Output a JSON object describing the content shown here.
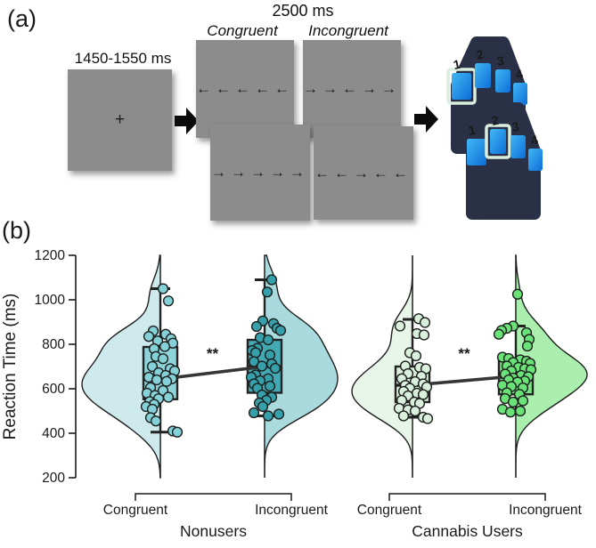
{
  "panel_a": {
    "label": "(a)",
    "fixation": {
      "duration": "1450-1550 ms",
      "symbol": "+"
    },
    "stimuli": {
      "duration": "2500 ms",
      "congruent_label": "Congruent",
      "incongruent_label": "Incongruent",
      "congruent_trials": [
        "←←←←←",
        "→→→→→"
      ],
      "incongruent_trials": [
        "→→←→→",
        "←←→←←"
      ]
    },
    "response_pads": [
      {
        "buttons": [
          "1",
          "2",
          "3",
          "4"
        ],
        "highlighted": "1"
      },
      {
        "buttons": [
          "1",
          "2",
          "3",
          "4"
        ],
        "highlighted": "2"
      }
    ],
    "colors": {
      "screen_gray": "#8c8c8c",
      "pad_navy": "#2a3046",
      "button_blue": "#1c87e6",
      "highlight_mint": "#d9eedd"
    }
  },
  "panel_b": {
    "label": "(b)"
  },
  "chart_data": {
    "type": "raincloud (half-violin + box + jittered points)",
    "title": "",
    "xlabel": "",
    "ylabel": "Reaction Time (ms)",
    "ylim": [
      200,
      1200
    ],
    "yticks": [
      200,
      400,
      600,
      800,
      1000,
      1200
    ],
    "grid": false,
    "legend": "none",
    "groups": [
      {
        "label": "Nonusers",
        "significance": "**",
        "conditions": [
          {
            "label": "Congruent",
            "violin_side": "left",
            "colors": {
              "violin": "#cfeaed",
              "box": "#8ed5db",
              "dot": "#84d1d8"
            },
            "box": {
              "whisker_low": 405,
              "q1": 553,
              "median": 643,
              "q3": 788,
              "whisker_high": 1050
            },
            "points_ms_jitter": [
              [
                1050,
                3
              ],
              [
                995,
                9
              ],
              [
                860,
                -8
              ],
              [
                845,
                6
              ],
              [
                835,
                -13
              ],
              [
                825,
                12
              ],
              [
                815,
                -3
              ],
              [
                805,
                14
              ],
              [
                790,
                5
              ],
              [
                780,
                -7
              ],
              [
                745,
                -5
              ],
              [
                735,
                3
              ],
              [
                700,
                -9
              ],
              [
                690,
                11
              ],
              [
                680,
                16
              ],
              [
                672,
                -2
              ],
              [
                660,
                6
              ],
              [
                652,
                -13
              ],
              [
                645,
                13
              ],
              [
                640,
                -4
              ],
              [
                633,
                7
              ],
              [
                605,
                -11
              ],
              [
                592,
                3
              ],
              [
                580,
                -15
              ],
              [
                570,
                -6
              ],
              [
                562,
                9
              ],
              [
                555,
                -2
              ],
              [
                542,
                -12
              ],
              [
                530,
                -7
              ],
              [
                520,
                -16
              ],
              [
                508,
                -9
              ],
              [
                470,
                -11
              ],
              [
                455,
                -5
              ],
              [
                410,
                14
              ],
              [
                405,
                19
              ]
            ]
          },
          {
            "label": "Incongruent",
            "violin_side": "right",
            "colors": {
              "violin": "#a9dade",
              "box": "#43aab3",
              "dot": "#35a0aa"
            },
            "box": {
              "whisker_low": 478,
              "q1": 582,
              "median": 700,
              "q3": 820,
              "whisker_high": 1090
            },
            "points_ms_jitter": [
              [
                1090,
                8
              ],
              [
                1035,
                3
              ],
              [
                905,
                -2
              ],
              [
                893,
                10
              ],
              [
                880,
                -9
              ],
              [
                872,
                14
              ],
              [
                862,
                18
              ],
              [
                830,
                -5
              ],
              [
                820,
                4
              ],
              [
                782,
                -8
              ],
              [
                772,
                -14
              ],
              [
                762,
                -10
              ],
              [
                752,
                6
              ],
              [
                722,
                -12
              ],
              [
                712,
                8
              ],
              [
                702,
                -3
              ],
              [
                692,
                12
              ],
              [
                662,
                -10
              ],
              [
                652,
                -15
              ],
              [
                645,
                4
              ],
              [
                636,
                -5
              ],
              [
                622,
                -12
              ],
              [
                612,
                6
              ],
              [
                602,
                -8
              ],
              [
                572,
                -3
              ],
              [
                562,
                8
              ],
              [
                548,
                2
              ],
              [
                536,
                -6
              ],
              [
                520,
                -2
              ],
              [
                492,
                -12
              ],
              [
                486,
                16
              ],
              [
                478,
                4
              ]
            ]
          }
        ]
      },
      {
        "label": "Cannabis Users",
        "significance": "**",
        "conditions": [
          {
            "label": "Congruent",
            "violin_side": "left",
            "colors": {
              "violin": "#e7f6e8",
              "box": "#daf0dc",
              "dot": "#d9f0dc"
            },
            "box": {
              "whisker_low": 472,
              "q1": 540,
              "median": 616,
              "q3": 700,
              "whisker_high": 912
            },
            "points_ms_jitter": [
              [
                915,
                7
              ],
              [
                898,
                14
              ],
              [
                882,
                -14
              ],
              [
                848,
                5
              ],
              [
                842,
                13
              ],
              [
                762,
                -3
              ],
              [
                748,
                4
              ],
              [
                702,
                -8
              ],
              [
                696,
                8
              ],
              [
                690,
                15
              ],
              [
                668,
                -5
              ],
              [
                656,
                10
              ],
              [
                645,
                -12
              ],
              [
                632,
                3
              ],
              [
                622,
                12
              ],
              [
                615,
                -8
              ],
              [
                608,
                16
              ],
              [
                602,
                -3
              ],
              [
                588,
                -10
              ],
              [
                580,
                5
              ],
              [
                574,
                12
              ],
              [
                568,
                -5
              ],
              [
                548,
                -12
              ],
              [
                540,
                2
              ],
              [
                534,
                8
              ],
              [
                512,
                -15
              ],
              [
                505,
                -5
              ],
              [
                500,
                3
              ],
              [
                478,
                -10
              ],
              [
                472,
                12
              ],
              [
                466,
                17
              ]
            ]
          },
          {
            "label": "Incongruent",
            "violin_side": "right",
            "colors": {
              "violin": "#abefae",
              "box": "#78e785",
              "dot": "#69e378"
            },
            "box": {
              "whisker_low": 497,
              "q1": 575,
              "median": 657,
              "q3": 725,
              "whisker_high": 882
            },
            "points_ms_jitter": [
              [
                1025,
                2
              ],
              [
                882,
                -3
              ],
              [
                872,
                -10
              ],
              [
                862,
                -16
              ],
              [
                852,
                12
              ],
              [
                845,
                -19
              ],
              [
                822,
                15
              ],
              [
                792,
                13
              ],
              [
                742,
                -15
              ],
              [
                736,
                -8
              ],
              [
                730,
                5
              ],
              [
                724,
                12
              ],
              [
                718,
                -3
              ],
              [
                714,
                16
              ],
              [
                702,
                -10
              ],
              [
                696,
                3
              ],
              [
                690,
                10
              ],
              [
                686,
                17
              ],
              [
                680,
                -5
              ],
              [
                666,
                -12
              ],
              [
                660,
                6
              ],
              [
                654,
                14
              ],
              [
                648,
                -3
              ],
              [
                640,
                -8
              ],
              [
                635,
                10
              ],
              [
                630,
                2
              ],
              [
                616,
                -15
              ],
              [
                610,
                -5
              ],
              [
                604,
                8
              ],
              [
                582,
                -10
              ],
              [
                575,
                4
              ],
              [
                556,
                -12
              ],
              [
                546,
                8
              ],
              [
                540,
                -3
              ],
              [
                508,
                -15
              ],
              [
                500,
                5
              ],
              [
                495,
                -6
              ]
            ]
          }
        ]
      }
    ]
  }
}
